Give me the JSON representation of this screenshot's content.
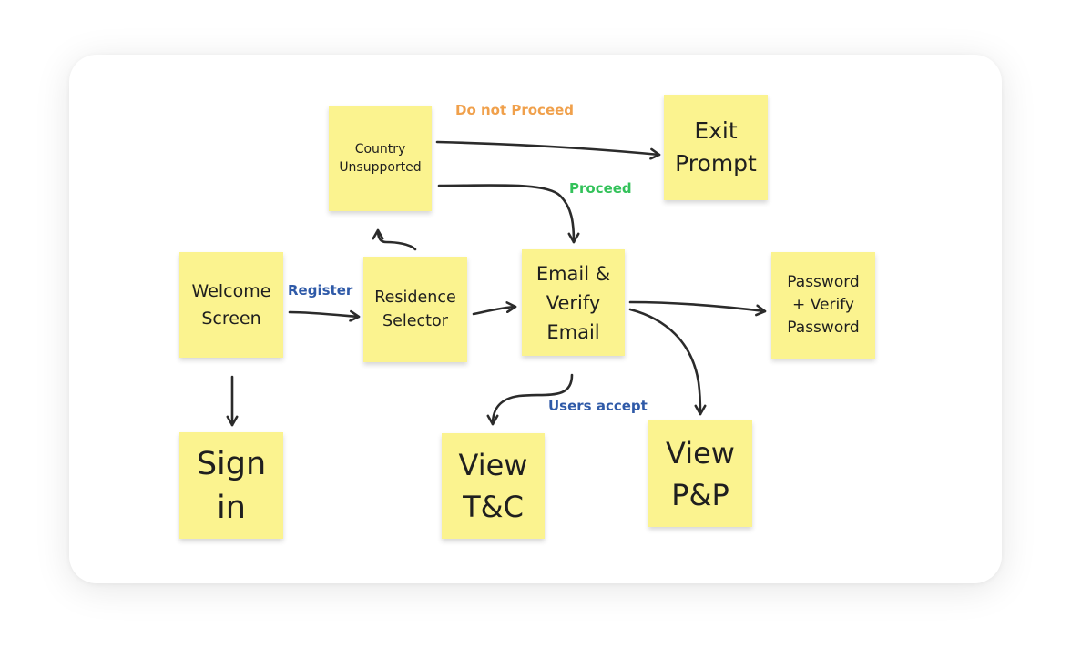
{
  "notes": {
    "country_unsupported": "Country\nUnsupported",
    "exit_prompt": "Exit\nPrompt",
    "welcome_screen": "Welcome\nScreen",
    "residence_selector": "Residence\nSelector",
    "email_verify": "Email &\nVerify\nEmail",
    "password_verify": "Password\n+ Verify\nPassword",
    "sign_in": "Sign\nin",
    "view_tc": "View\nT&C",
    "view_pp": "View\nP&P"
  },
  "labels": {
    "do_not_proceed": "Do not Proceed",
    "proceed": "Proceed",
    "register": "Register",
    "users_accept": "Users accept"
  },
  "colors": {
    "sticky_note": "#fbf38f",
    "do_not_proceed": "#f0a04b",
    "proceed": "#33c25a",
    "register": "#2f5aa8",
    "users_accept": "#2f5aa8",
    "arrow": "#2b2b2b"
  }
}
